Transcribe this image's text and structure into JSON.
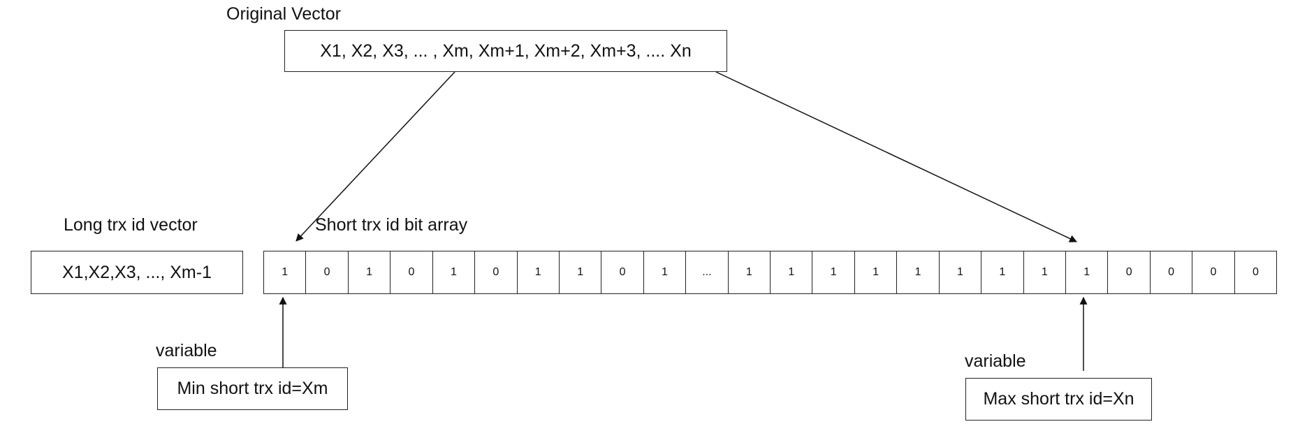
{
  "original_vector": {
    "title": "Original Vector",
    "content": "X1, X2, X3, ... , Xm, Xm+1, Xm+2, Xm+3, .... Xn"
  },
  "long_vector": {
    "title": "Long trx id vector",
    "content": "X1,X2,X3, ..., Xm-1"
  },
  "short_array": {
    "title": "Short trx id bit array",
    "bits": [
      "1",
      "0",
      "1",
      "0",
      "1",
      "0",
      "1",
      "1",
      "0",
      "1",
      "...",
      "1",
      "1",
      "1",
      "1",
      "1",
      "1",
      "1",
      "1",
      "1",
      "0",
      "0",
      "0",
      "0"
    ]
  },
  "min_var": {
    "title": "variable",
    "content": "Min short trx id=Xm"
  },
  "max_var": {
    "title": "variable",
    "content": "Max short trx id=Xn"
  }
}
